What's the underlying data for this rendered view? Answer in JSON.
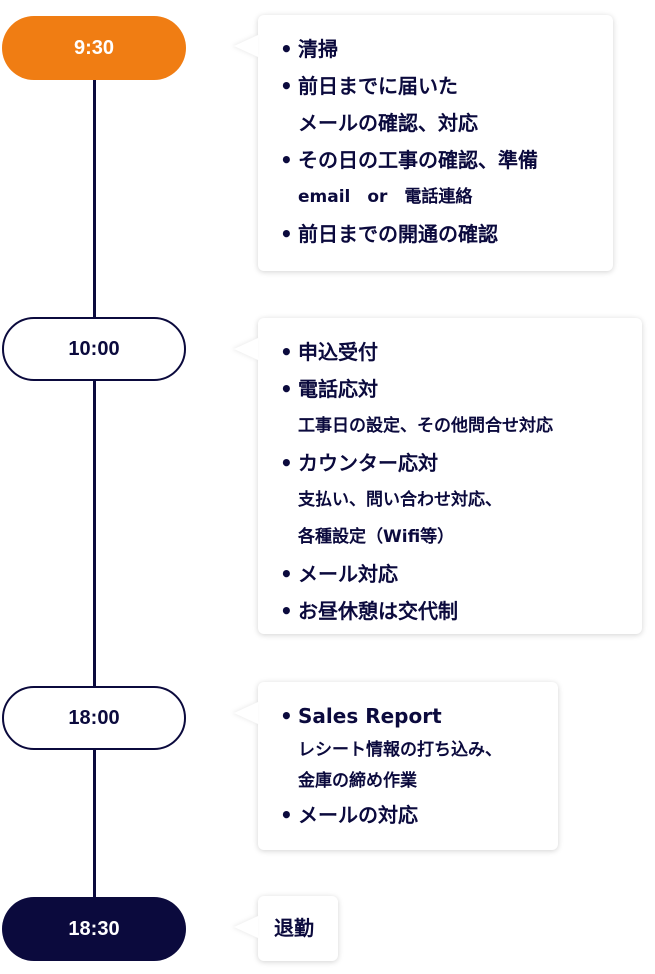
{
  "colors": {
    "accent": "#f07d13",
    "navy": "#0b0a3d"
  },
  "timeline": [
    {
      "time": "9:30",
      "style": "orange",
      "lines": [
        {
          "type": "main",
          "text": "清掃"
        },
        {
          "type": "main",
          "text": "前日までに届いた"
        },
        {
          "type": "cont",
          "text": "メールの確認、対応"
        },
        {
          "type": "main",
          "text": "その日の工事の確認、準備"
        },
        {
          "type": "sub",
          "text": "email　or　電話連絡"
        },
        {
          "type": "main",
          "text": "前日までの開通の確認"
        }
      ]
    },
    {
      "time": "10:00",
      "style": "outline",
      "lines": [
        {
          "type": "main",
          "text": "申込受付"
        },
        {
          "type": "main",
          "text": "電話応対"
        },
        {
          "type": "sub",
          "text": "工事日の設定、その他問合せ対応"
        },
        {
          "type": "main",
          "text": "カウンター応対"
        },
        {
          "type": "sub",
          "text": "支払い、問い合わせ対応、"
        },
        {
          "type": "sub",
          "text": "各種設定（Wifi等）"
        },
        {
          "type": "main",
          "text": "メール対応"
        },
        {
          "type": "main",
          "text": "お昼休憩は交代制"
        }
      ]
    },
    {
      "time": "18:00",
      "style": "outline",
      "lines": [
        {
          "type": "main",
          "text": "Sales Report"
        },
        {
          "type": "sub",
          "text": "レシート情報の打ち込み、"
        },
        {
          "type": "sub",
          "text": "金庫の締め作業"
        },
        {
          "type": "main",
          "text": "メールの対応"
        }
      ]
    },
    {
      "time": "18:30",
      "style": "navy",
      "lines": [
        {
          "type": "plain",
          "text": "退勤"
        }
      ]
    }
  ]
}
